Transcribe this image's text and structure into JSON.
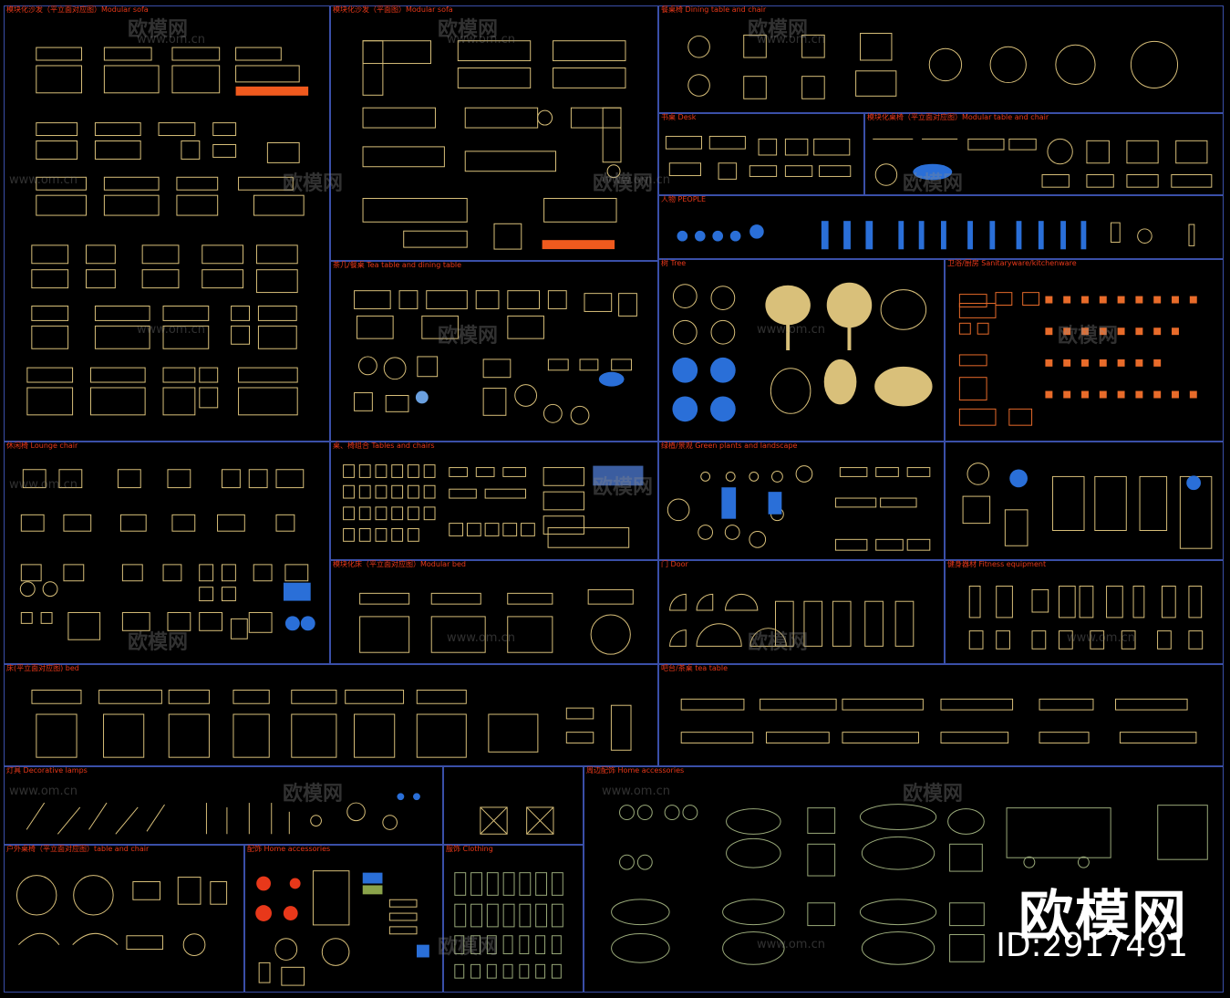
{
  "colors": {
    "background": "#000000",
    "frame": "#3a4fa8",
    "title": "#e8381a",
    "linework": "#d9c07a",
    "people": "#2a6fd8",
    "sanitary": "#e86b2a",
    "vehicles": "#9aaa7a",
    "accent_bar": "#f05a1e"
  },
  "panels": [
    {
      "title": "模块化沙发（平立面对应图）Modular sofa"
    },
    {
      "title": "模块化沙发（平面图）Modular sofa"
    },
    {
      "title": "餐桌椅 Dining table and chair"
    },
    {
      "title": "书桌 Desk"
    },
    {
      "title": "模块化桌椅（平立面对应图）Modular table and chair"
    },
    {
      "title": "人物 PEOPLE"
    },
    {
      "title": "茶几/餐桌 Tea table and dining table"
    },
    {
      "title": "树 Tree"
    },
    {
      "title": "卫浴/厨房 Sanitaryware/kitchenware"
    },
    {
      "title": "休闲椅 Lounge chair"
    },
    {
      "title": "桌、椅组合 Tables and chairs"
    },
    {
      "title": "绿植/景观 Green plants and landscape"
    },
    {
      "title": "模块化床（平立面对应图）Modular bed"
    },
    {
      "title": "门 Door"
    },
    {
      "title": "健身器材 Fitness equipment"
    },
    {
      "title": "床(平立面对应图) bed"
    },
    {
      "title": "吧台/茶桌 tea table"
    },
    {
      "title": "灯具 Decorative lamps"
    },
    {
      "title": "户外桌椅（平立面对应图）table and chair"
    },
    {
      "title": "配饰 Home accessories"
    },
    {
      "title": "服饰 Clothing"
    },
    {
      "title": "周边配饰 Home accessories"
    }
  ],
  "watermark": {
    "logo_text": "欧模网",
    "url": "www.om.cn",
    "brand": "欧模网",
    "id": "ID:2917491"
  }
}
